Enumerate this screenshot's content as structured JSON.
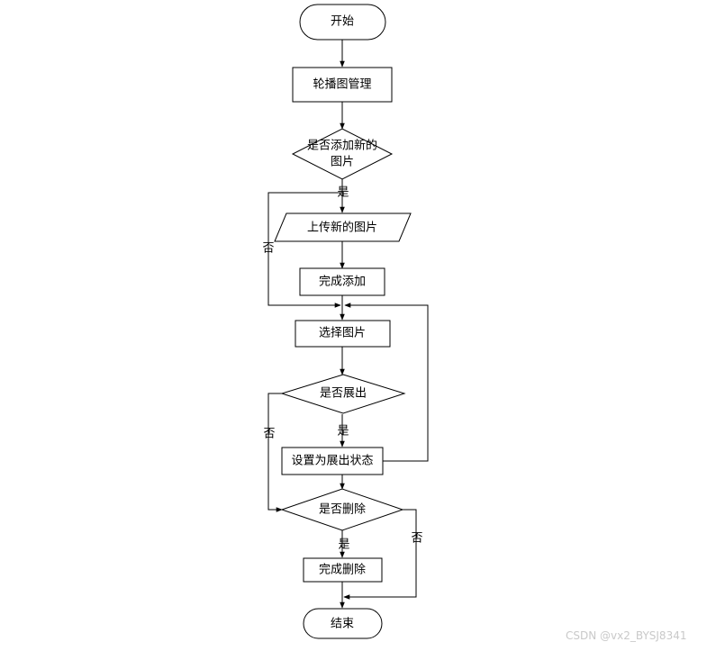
{
  "nodes": {
    "start": "开始",
    "carousel": "轮播图管理",
    "add_q_1": "是否添加新的",
    "add_q_2": "图片",
    "upload": "上传新的图片",
    "done_add": "完成添加",
    "select": "选择图片",
    "show_q": "是否展出",
    "set_show": "设置为展出状态",
    "del_q": "是否删除",
    "done_del": "完成删除",
    "end": "结束"
  },
  "edge_labels": {
    "add_yes": "是",
    "add_no": "否",
    "show_yes": "是",
    "show_no": "否",
    "del_yes": "是",
    "del_no": "否"
  },
  "watermark": "CSDN @vx2_BYSJ8341"
}
